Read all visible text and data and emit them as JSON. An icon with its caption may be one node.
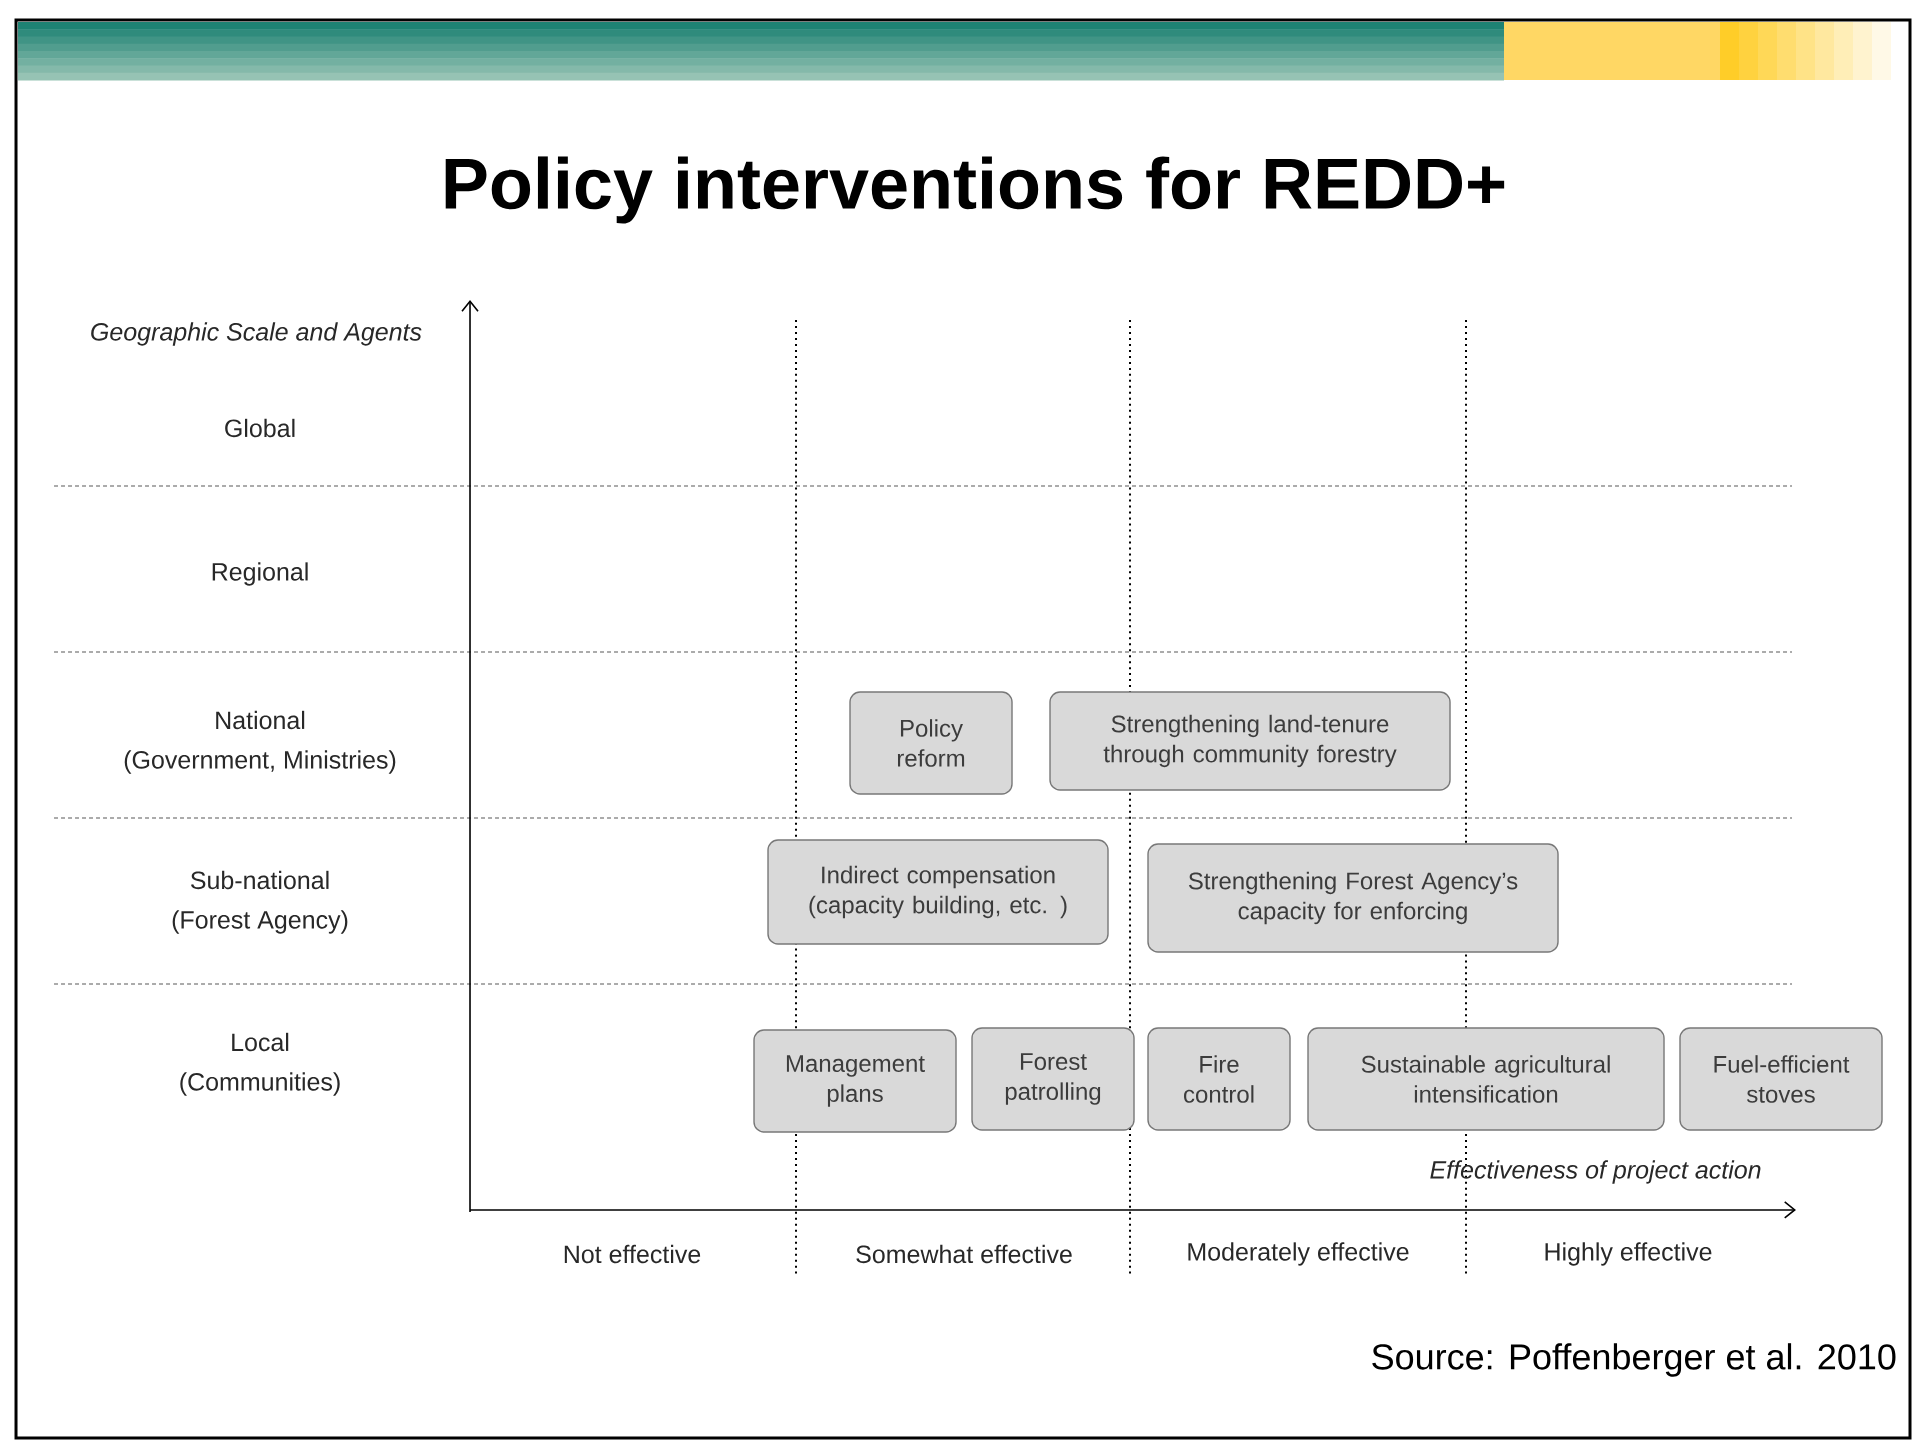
{
  "diagram": {
    "title": "Policy interventions for REDD+",
    "nodes": [
      {
        "text": [
          "Policy reform"
        ]
      },
      {
        "text": [
          "Strengthening land-tenure through community forestry"
        ]
      },
      {
        "text": [
          "Indirect compensation (capacity building, etc. )"
        ]
      },
      {
        "text": [
          "Strengthening Forest Agency’s capacity for enforcing"
        ]
      },
      {
        "text": [
          "Management plans"
        ]
      },
      {
        "text": [
          "Forest patrolling"
        ]
      },
      {
        "text": [
          "Fire control"
        ]
      },
      {
        "text": [
          "Sustainable agricultural intensification"
        ]
      },
      {
        "text": [
          "Fuel-efficient stoves"
        ]
      }
    ],
    "labels": [
      "Geographic Scale and Agents",
      "Global",
      "Regional",
      "National",
      "(Government, Ministries)",
      "Sub-national",
      "(Forest Agency)",
      "Local",
      "(Communities)",
      "Effectiveness of project action",
      "Not effective",
      "Somewhat effective",
      "Moderately effective",
      "Highly effective"
    ],
    "caption": "Source: Poffenberger et al. 2010"
  }
}
